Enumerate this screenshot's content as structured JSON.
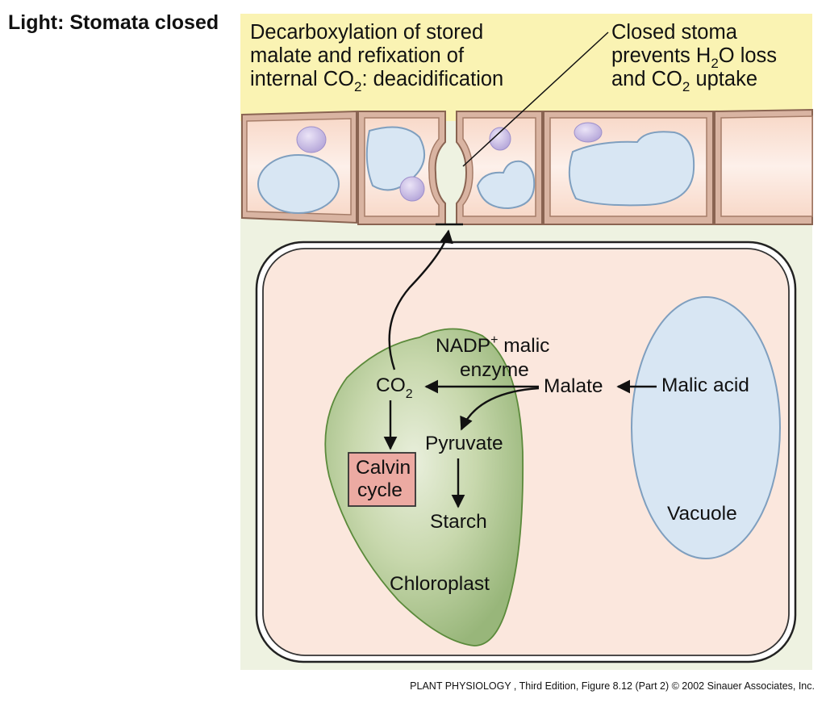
{
  "heading": "Light: Stomata closed",
  "callouts": {
    "decarb_line1": "Decarboxylation of stored",
    "decarb_line2": "malate and refixation of",
    "decarb_line3a": "internal CO",
    "decarb_line3_sub": "2",
    "decarb_line3b": ": deacidification",
    "stoma_line1": "Closed stoma",
    "stoma_line2a": "prevents H",
    "stoma_line2_sub": "2",
    "stoma_line2b": "O loss",
    "stoma_line3a": "and CO",
    "stoma_line3_sub": "2",
    "stoma_line3b": " uptake"
  },
  "pathway": {
    "enzyme_line1a": "NADP",
    "enzyme_line1_sup": "+",
    "enzyme_line1b": " malic",
    "enzyme_line2": "enzyme",
    "co2_main": "CO",
    "co2_sub": "2",
    "malate": "Malate",
    "malic_acid": "Malic acid",
    "pyruvate": "Pyruvate",
    "starch": "Starch",
    "calvin_line1": "Calvin",
    "calvin_line2": "cycle"
  },
  "organelles": {
    "chloroplast": "Chloroplast",
    "vacuole": "Vacuole"
  },
  "credit": "PLANT PHYSIOLOGY , Third Edition, Figure 8.12 (Part 2)  © 2002 Sinauer Associates, Inc.",
  "colors": {
    "atmosphere": "#faf3b3",
    "mesophyll_bg": "#eef2e1",
    "cell_fill": "#fbe6dc",
    "cell_wall": "#b98c76",
    "epidermis_fill": "#f7d8c8",
    "chloroplast_fill": "#a9c28a",
    "chloroplast_edge": "#5b8a3b",
    "vacuole_fill": "#d8e6f3",
    "vacuole_edge": "#7f9fbf",
    "calvin_fill": "#ecaaa2",
    "organelle_purple": "#c9bde6"
  }
}
